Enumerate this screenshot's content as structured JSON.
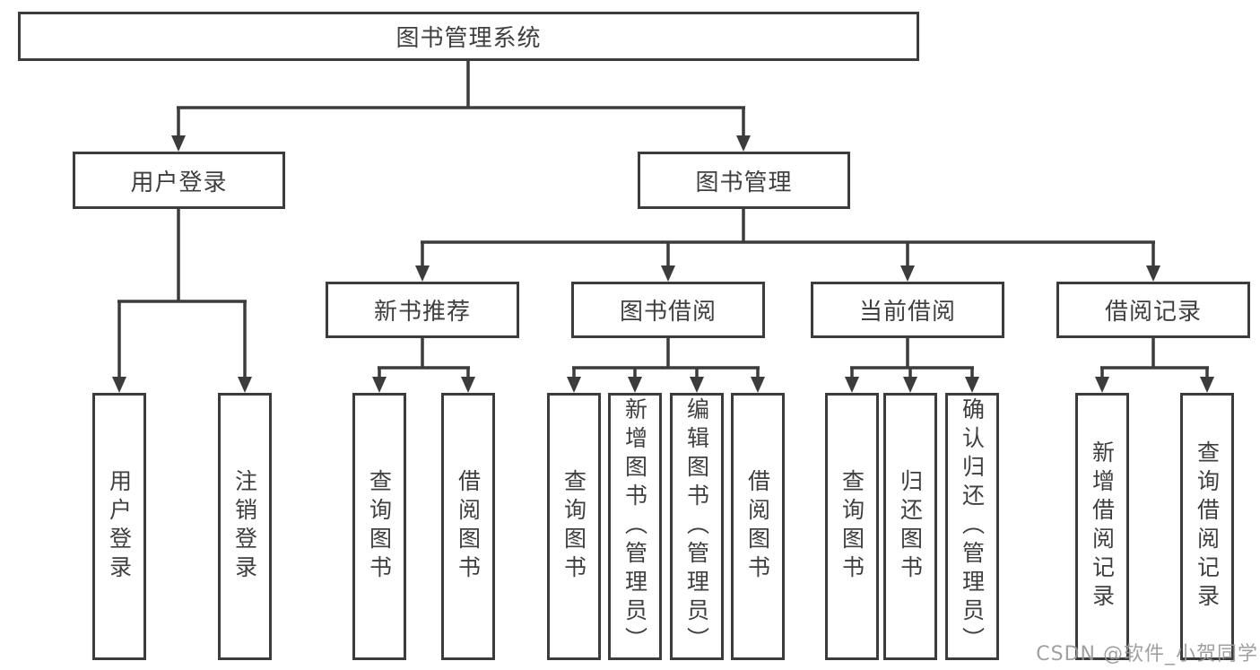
{
  "diagram": {
    "root": "图书管理系统",
    "level1": {
      "user_login": "用户登录",
      "book_mgmt": "图书管理"
    },
    "user_children": {
      "login": "用户登录",
      "logout": "注销登录"
    },
    "modules": {
      "new_book": "新书推荐",
      "borrow": "图书借阅",
      "current": "当前借阅",
      "record": "借阅记录"
    },
    "leaves": {
      "nb_query": "查询图书",
      "nb_borrow": "借阅图书",
      "bb_query": "查询图书",
      "bb_add": "新增图书（管理员）",
      "bb_edit": "编辑图书（管理员）",
      "bb_borrow": "借阅图书",
      "cb_query": "查询图书",
      "cb_return": "归还图书",
      "cb_confirm": "确认归还（管理员）",
      "br_add": "新增借阅记录",
      "br_query": "查询借阅记录"
    }
  },
  "watermark": {
    "text": "CSDN @软件_小贺同学"
  },
  "colors": {
    "line": "#3c3c3c",
    "text": "#3f3f3f",
    "box_background": "#ffffff",
    "watermark": "#989898",
    "background": "#ffffff"
  }
}
